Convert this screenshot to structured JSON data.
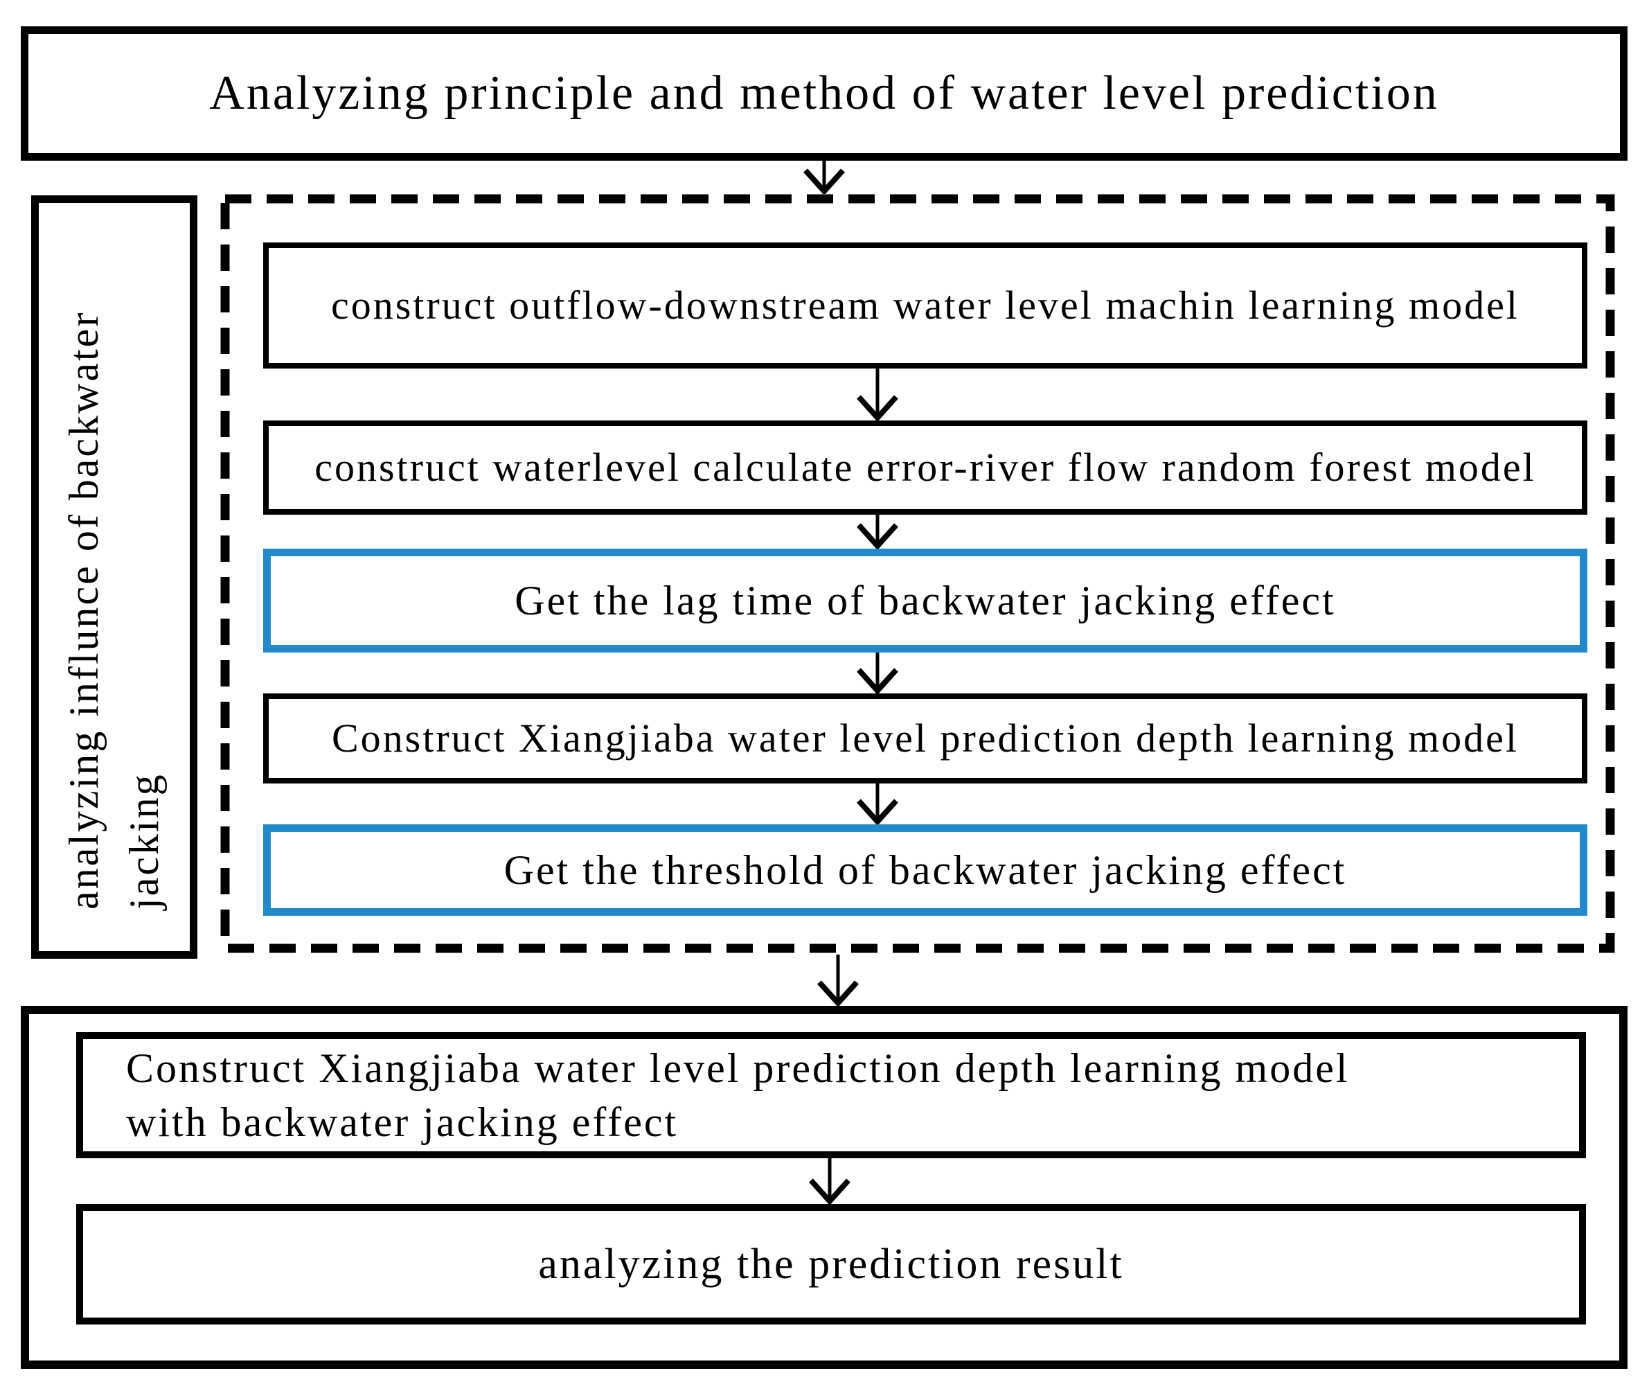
{
  "flowchart": {
    "title": "Analyzing principle and method of water level prediction",
    "side_label": "analyzing influnce of backwater jacking",
    "dashed_group_steps": [
      {
        "label": "construct outflow-downstream water level machin learning model",
        "border": "black"
      },
      {
        "label": "construct waterlevel calculate error-river flow random forest model",
        "border": "black"
      },
      {
        "label": "Get the lag time of backwater jacking effect",
        "border": "blue"
      },
      {
        "label": "Construct Xiangjiaba water level prediction depth learning model",
        "border": "black"
      },
      {
        "label": "Get the threshold of backwater jacking effect",
        "border": "blue"
      }
    ],
    "result_steps": [
      {
        "label": "Construct Xiangjiaba water level prediction depth learning model with backwater jacking effect",
        "border": "black"
      },
      {
        "label": "analyzing the prediction result",
        "border": "black"
      }
    ],
    "colors": {
      "accent_blue": "#2289ca",
      "ink": "#000000",
      "background": "#ffffff"
    }
  }
}
